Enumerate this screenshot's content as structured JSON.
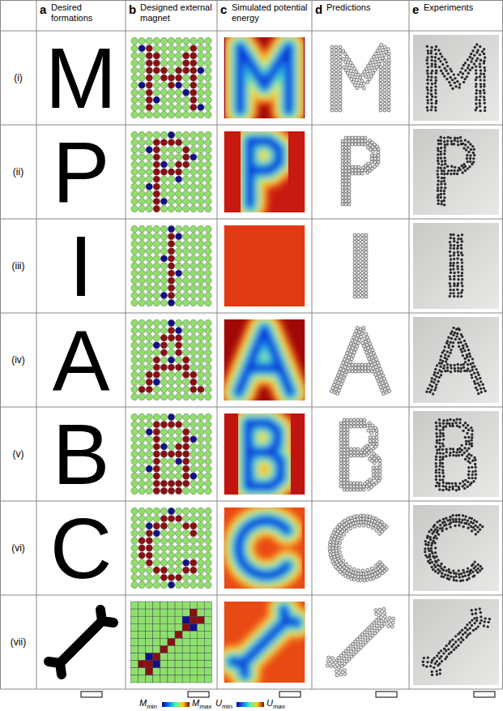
{
  "diagram": {
    "labels": [
      "a",
      "Desired formations",
      "b",
      "Designed external magnet",
      "c",
      "Simulated potential energy",
      "d",
      "Predictions",
      "e",
      "Experiments",
      "(i)",
      "(ii)",
      "(iii)",
      "(iv)",
      "(v)",
      "(vi)",
      "(vii)",
      "M",
      "P",
      "I",
      "A",
      "B",
      "C",
      "M",
      "min",
      "M",
      "max",
      "U",
      "min",
      "U",
      "max"
    ]
  }
}
